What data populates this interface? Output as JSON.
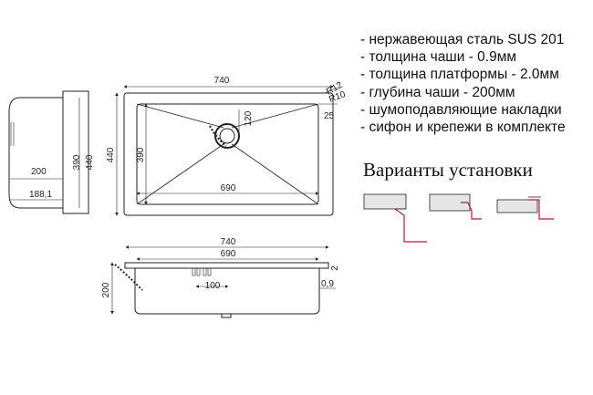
{
  "specs": [
    "- нержавеющая сталь SUS 201",
    "- толщина чаши - 0.9мм",
    "- толщина платформы - 2.0мм",
    "- глубина чаши - 200мм",
    "- шумоподавляющие накладки",
    "- сифон и крепежи в комплекте"
  ],
  "install_title": "Варианты установки",
  "side_view": {
    "dim_outer": "440",
    "dim_inner": "390",
    "dim_200": "200",
    "dim_188": "188,1"
  },
  "top_view": {
    "dim_740": "740",
    "dim_690": "690",
    "dim_440": "440",
    "dim_390": "390",
    "dim_120": "120",
    "dim_25": "25",
    "dim_r12": "R12",
    "dim_r10": "R10"
  },
  "front_view": {
    "dim_740": "740",
    "dim_690": "690",
    "dim_200": "200",
    "dim_100": "100",
    "dim_2": "2",
    "dim_09": "0,9"
  },
  "colors": {
    "line": "#222222",
    "install_accent": "#c0143c",
    "counter_fill": "#e6e6e6"
  }
}
